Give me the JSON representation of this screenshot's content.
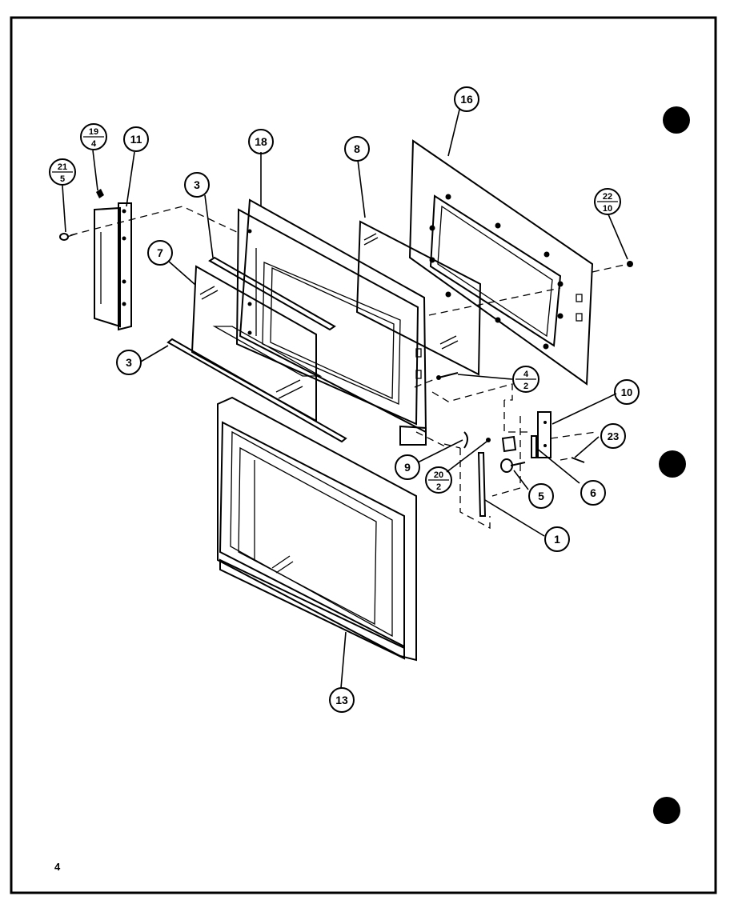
{
  "diagram": {
    "page_number": "4",
    "callouts": [
      {
        "id": "16",
        "label": "16"
      },
      {
        "id": "18",
        "label": "18"
      },
      {
        "id": "11",
        "label": "11"
      },
      {
        "id": "19-4",
        "top": "19",
        "bottom": "4"
      },
      {
        "id": "21-5",
        "top": "21",
        "bottom": "5"
      },
      {
        "id": "8",
        "label": "8"
      },
      {
        "id": "3a",
        "label": "3"
      },
      {
        "id": "7",
        "label": "7"
      },
      {
        "id": "22-10",
        "top": "22",
        "bottom": "10"
      },
      {
        "id": "3b",
        "label": "3"
      },
      {
        "id": "4-2",
        "top": "4",
        "bottom": "2"
      },
      {
        "id": "10",
        "label": "10"
      },
      {
        "id": "23",
        "label": "23"
      },
      {
        "id": "9",
        "label": "9"
      },
      {
        "id": "20-2",
        "top": "20",
        "bottom": "2"
      },
      {
        "id": "5",
        "label": "5"
      },
      {
        "id": "6",
        "label": "6"
      },
      {
        "id": "1",
        "label": "1"
      },
      {
        "id": "13",
        "label": "13"
      }
    ]
  }
}
